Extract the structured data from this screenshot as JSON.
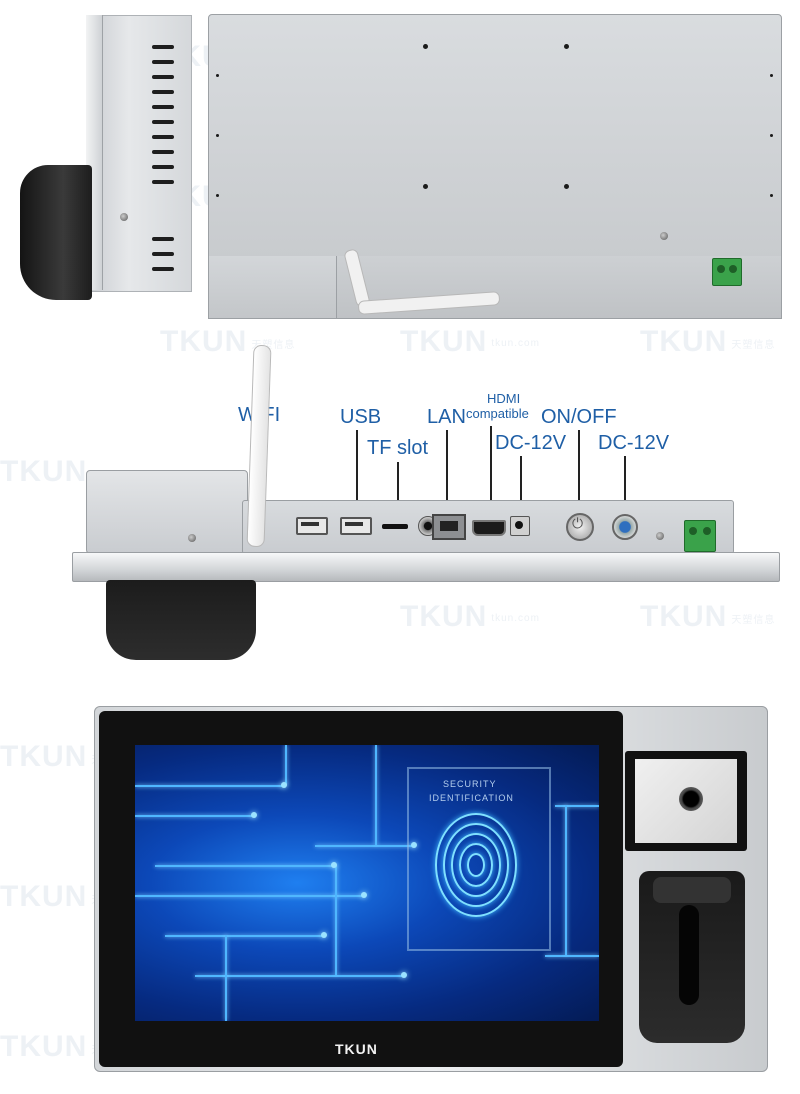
{
  "watermark": {
    "logo": "TKUN",
    "cn": "天塑信息",
    "site": "tkun.com"
  },
  "labels": {
    "wifi": "WIFI",
    "usb": "USB",
    "tf_slot": "TF slot",
    "lan": "LAN",
    "hdmi_line1": "HDMI",
    "hdmi_line2": "compatible",
    "on_off": "ON/OFF",
    "dc1": "DC-12V",
    "dc2": "DC-12V"
  },
  "screen": {
    "security_line1": "SECURITY",
    "security_line2": "IDENTIFICATION"
  },
  "front": {
    "brand": "TKUN"
  },
  "icons": [
    "power-icon",
    "fingerprint-icon",
    "wifi-antenna",
    "usb-port",
    "lan-port",
    "hdmi-port"
  ],
  "colors": {
    "label_blue": "#1f5fa6",
    "screen_blue": "#0c48b8",
    "terminal_green": "#3aa24a"
  }
}
